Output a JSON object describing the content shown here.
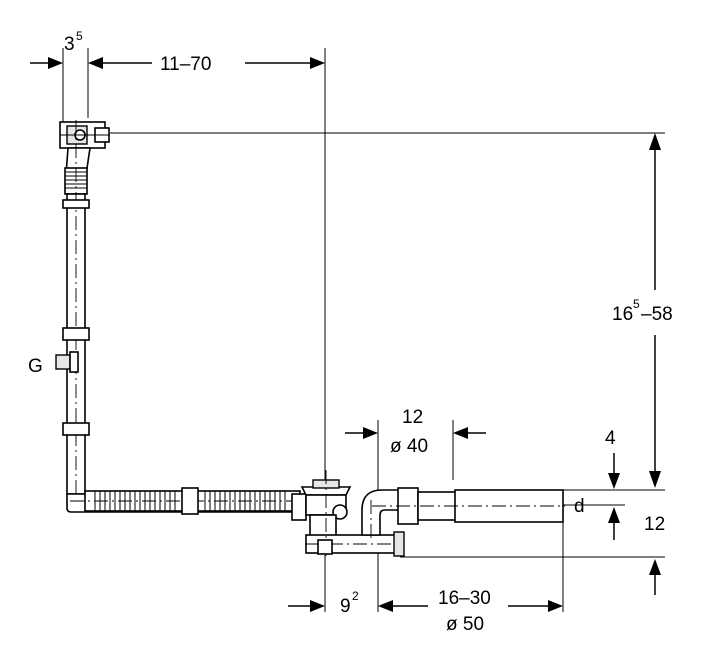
{
  "dimensions": {
    "top_left": {
      "base": "3",
      "sup": "5"
    },
    "top_range": "11–70",
    "height_range": {
      "base": "16",
      "sup": "5",
      "rest": "–58"
    },
    "pipe_spacing": {
      "top": "12",
      "bottom": "ø 40"
    },
    "top_gap": "4",
    "right_offset": "12",
    "diameter_label": "d",
    "bottom_left": {
      "base": "9",
      "sup": "2"
    },
    "bottom_range": {
      "top": "16–30",
      "bottom": "ø 50"
    }
  },
  "labels": {
    "connection": "G"
  }
}
